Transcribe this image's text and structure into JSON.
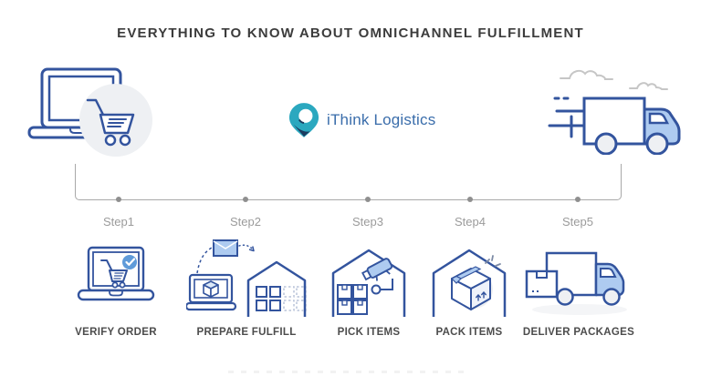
{
  "page": {
    "title": "EVERYTHING TO KNOW ABOUT OMNICHANNEL FULFILLMENT"
  },
  "logo": {
    "text": "iThink Logistics",
    "icon": "location-pin-icon",
    "colors": {
      "teal": "#2BA8BF",
      "navy": "#1B3B5F",
      "text": "#3A6DAB"
    }
  },
  "hero": {
    "left_icon": "laptop-shopping-cart-icon",
    "right_icon": "speeding-delivery-truck-icon"
  },
  "timeline": {
    "steps": [
      {
        "label": "Step1"
      },
      {
        "label": "Step2"
      },
      {
        "label": "Step3"
      },
      {
        "label": "Step4"
      },
      {
        "label": "Step5"
      }
    ]
  },
  "steps": [
    {
      "name": "VERIFY ORDER",
      "icon": "laptop-cart-check-icon"
    },
    {
      "name": "PREPARE FULFILL",
      "icon": "laptop-envelope-warehouse-icon"
    },
    {
      "name": "PICK ITEMS",
      "icon": "warehouse-robot-picker-icon"
    },
    {
      "name": "PACK ITEMS",
      "icon": "warehouse-package-box-icon"
    },
    {
      "name": "DELIVER PACKAGES",
      "icon": "truck-with-package-icon"
    }
  ],
  "colors": {
    "outline_navy": "#33549E",
    "fill_light_blue": "#AECBF0",
    "fill_pale_blue": "#DCE9F8",
    "circle_gray": "#EEF0F3",
    "timeline_gray": "#A9A9A9",
    "step_label_gray": "#9B9B9B",
    "caption_dark": "#4C4C4C",
    "title_dark": "#3C3C3C",
    "cloud_gray": "#C6C6C6",
    "check_blue": "#5F9BD9"
  }
}
